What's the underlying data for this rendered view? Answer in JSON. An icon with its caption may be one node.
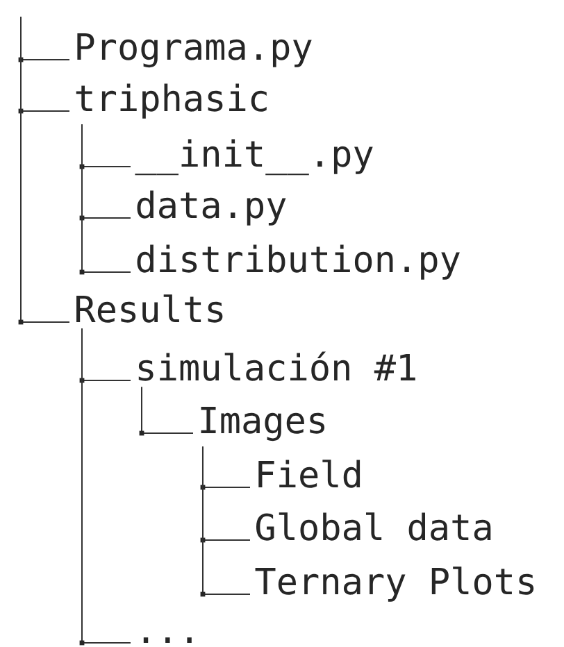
{
  "diagram": {
    "nodes": [
      {
        "text": [
          "Programa.py"
        ]
      },
      {
        "text": [
          "triphasic"
        ]
      },
      {
        "text": [
          "__init__.py"
        ]
      },
      {
        "text": [
          "data.py"
        ]
      },
      {
        "text": [
          "distribution.py"
        ]
      },
      {
        "text": [
          "Results"
        ]
      },
      {
        "text": [
          "simulación #1"
        ]
      },
      {
        "text": [
          "Images"
        ]
      },
      {
        "text": [
          "Field"
        ]
      },
      {
        "text": [
          "Global data"
        ]
      },
      {
        "text": [
          "Ternary Plots"
        ]
      },
      {
        "text": [
          "..."
        ]
      }
    ],
    "edges": [
      {
        "from": null,
        "to": 0,
        "arrow": "none"
      },
      {
        "from": null,
        "to": 1,
        "arrow": "none"
      },
      {
        "from": 1,
        "to": 2,
        "arrow": "none"
      },
      {
        "from": 1,
        "to": 3,
        "arrow": "none"
      },
      {
        "from": 1,
        "to": 4,
        "arrow": "none"
      },
      {
        "from": null,
        "to": 5,
        "arrow": "none"
      },
      {
        "from": 5,
        "to": 6,
        "arrow": "none"
      },
      {
        "from": 6,
        "to": 7,
        "arrow": "none"
      },
      {
        "from": 7,
        "to": 8,
        "arrow": "none"
      },
      {
        "from": 7,
        "to": 9,
        "arrow": "none"
      },
      {
        "from": 7,
        "to": 10,
        "arrow": "none"
      },
      {
        "from": 5,
        "to": 11,
        "arrow": "none"
      }
    ]
  }
}
